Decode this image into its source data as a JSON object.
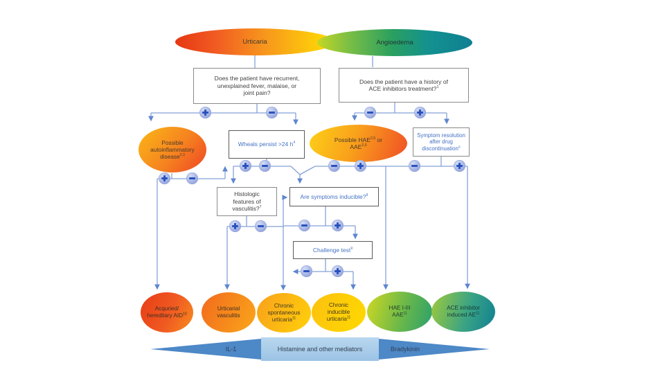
{
  "title": "Urticaria and angioedema differential diagnosis flowchart",
  "top": {
    "urticaria_label": "Urticaria",
    "angioedema_label": "Angioedema"
  },
  "nodes": {
    "q_fever": [
      {
        "t": "Does the patient have recurrent,"
      },
      {
        "br": true
      },
      {
        "t": "unexplained fever, malaise, or"
      },
      {
        "br": true
      },
      {
        "t": "joint pain?"
      }
    ],
    "q_ace": [
      {
        "t": "Does the patient have a history of"
      },
      {
        "br": true
      },
      {
        "t": "ACE inhibitors treatment?"
      },
      {
        "sup": "1"
      }
    ],
    "autoinflammatory": [
      {
        "t": "Possible"
      },
      {
        "br": true
      },
      {
        "t": "autoinflammatory"
      },
      {
        "br": true
      },
      {
        "t": "disease"
      },
      {
        "sup": "2,3"
      }
    ],
    "wheals": [
      {
        "t": "Wheals persist >24 h"
      },
      {
        "sup": "4"
      }
    ],
    "possible_hae": [
      {
        "t": "Possible HAE"
      },
      {
        "sup": "2,5"
      },
      {
        "t": " or"
      },
      {
        "br": true
      },
      {
        "t": "AAE"
      },
      {
        "sup": "2,5"
      }
    ],
    "symptom_resolution": [
      {
        "t": "Symptom resolution"
      },
      {
        "br": true
      },
      {
        "t": "after drug"
      },
      {
        "br": true
      },
      {
        "t": "discontinuation"
      },
      {
        "sup": "6"
      }
    ],
    "histologic": [
      {
        "t": "Histologic"
      },
      {
        "br": true
      },
      {
        "t": "features of"
      },
      {
        "br": true
      },
      {
        "t": "vasculitis?"
      },
      {
        "sup": "7"
      }
    ],
    "inducible": [
      {
        "t": "Are symptoms inducible?"
      },
      {
        "sup": "8"
      }
    ],
    "challenge": [
      {
        "t": "Challenge test"
      },
      {
        "sup": "9"
      }
    ],
    "aid": [
      {
        "t": "Acquried/"
      },
      {
        "br": true
      },
      {
        "t": "hereditary AID"
      },
      {
        "sup": "10"
      }
    ],
    "urticarial_vasculitis": [
      {
        "t": "Urticarial"
      },
      {
        "br": true
      },
      {
        "t": "vasculitis"
      }
    ],
    "csu": [
      {
        "t": "Chronic"
      },
      {
        "br": true
      },
      {
        "t": "spontaneous"
      },
      {
        "br": true
      },
      {
        "t": "urticaria"
      },
      {
        "sup": "11"
      }
    ],
    "cindu": [
      {
        "t": "Chronic"
      },
      {
        "br": true
      },
      {
        "t": "inducible"
      },
      {
        "br": true
      },
      {
        "t": "urticaria"
      },
      {
        "sup": "11"
      }
    ],
    "hae_types": [
      {
        "t": "HAE I-III"
      },
      {
        "br": true
      },
      {
        "t": "AAE"
      },
      {
        "sup": "11"
      }
    ],
    "ace_ae": [
      {
        "t": "ACE inhibitor"
      },
      {
        "br": true
      },
      {
        "t": "induced AE"
      },
      {
        "sup": "11"
      }
    ]
  },
  "mediator_bar": {
    "il1": "IL-1",
    "histamine": "Histamine and other mediators",
    "bradykinin": "Bradykinin"
  },
  "icons": {
    "plus": "plus-icon (positive branch)",
    "minus": "minus-icon (negative branch)"
  },
  "colors": {
    "line_blue": "#85a1d8",
    "arrowhead_blue": "#5f86cf",
    "plus_minus_circle": "#a9b7e6",
    "plus_minus_symbol": "#2a52be",
    "box_text_blue": "#4472c4",
    "text_dark": "#404040",
    "box_border_gray": "#8a8a8a",
    "mediator_triangle_blue": "#4d88c7",
    "mediator_rect_blue": "#9cc3e5",
    "urticaria_gradient": [
      "#e63812",
      "#ffdd00"
    ],
    "angioedema_gradient": [
      "#c5d625",
      "#0f7f92"
    ]
  }
}
